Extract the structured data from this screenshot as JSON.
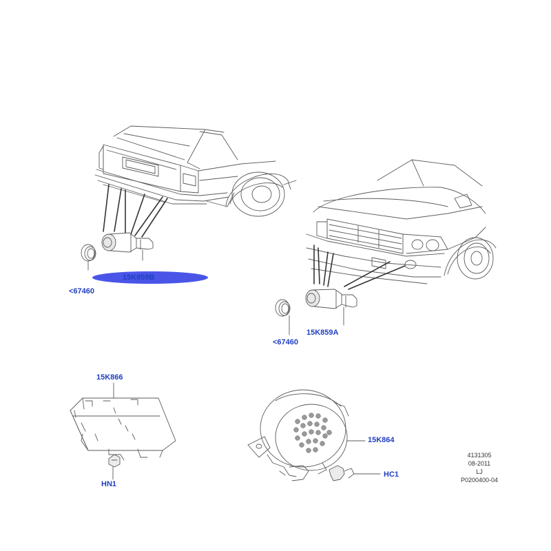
{
  "callouts": {
    "rear_sensor": "15K859B",
    "rear_ring": "<67460",
    "front_sensor": "15K859A",
    "front_ring": "<67460",
    "control_module": "15K866",
    "module_fastener": "HN1",
    "sounder": "15K864",
    "sounder_clip": "HC1"
  },
  "doc_info": {
    "illustration_number": "4131305",
    "date": "08-2011",
    "author": "LJ",
    "reference": "P0200400-04"
  },
  "colors": {
    "callout_text": "#1f3fbf",
    "highlight": "#4a55e8",
    "line_art": "#4a4a4a"
  }
}
